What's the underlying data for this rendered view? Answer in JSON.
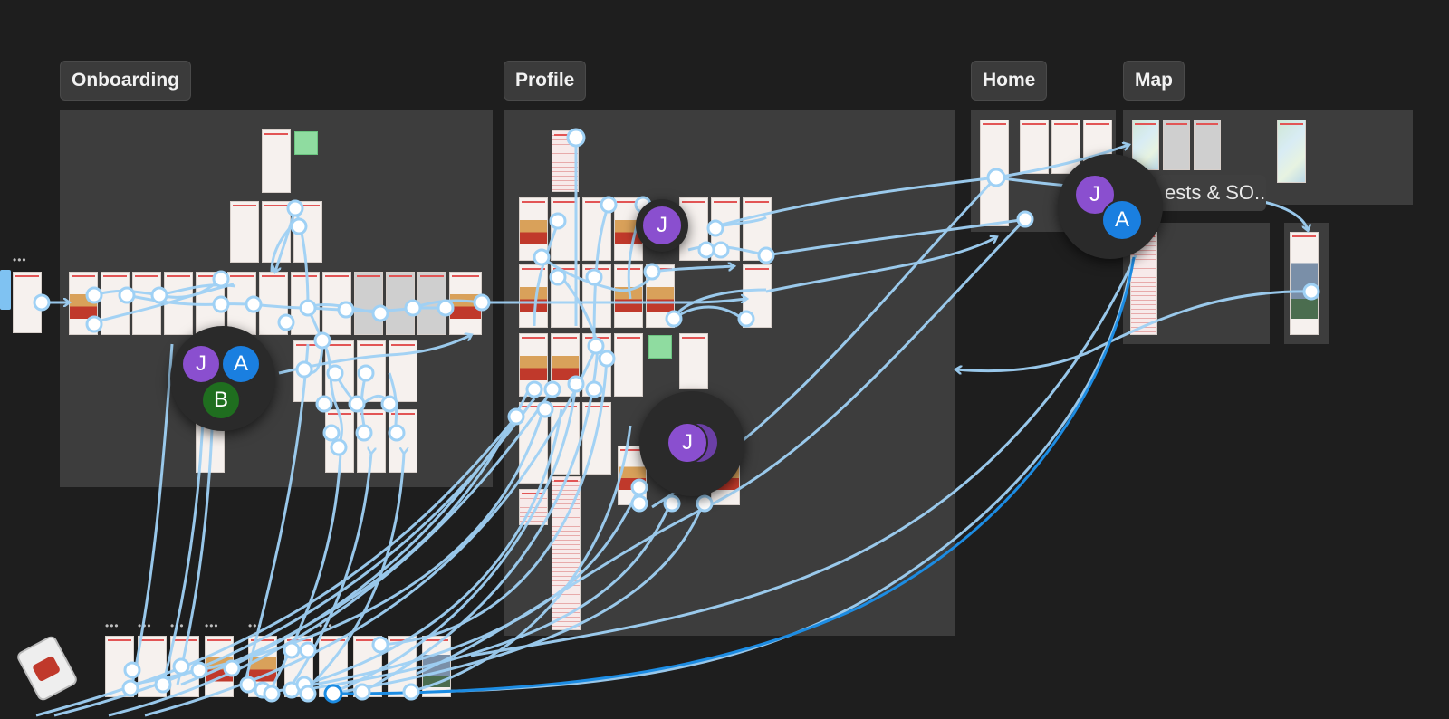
{
  "sections": {
    "onboarding": "Onboarding",
    "profile": "Profile",
    "home": "Home",
    "map": "Map"
  },
  "tooltip": {
    "label": "ests & SO..."
  },
  "avatars": {
    "j": "J",
    "a": "A",
    "b": "B"
  },
  "icons": {
    "device": "phone-device-icon",
    "handle": "frame-handle-icon"
  },
  "colors": {
    "canvas": "#1e1e1e",
    "section": "#3d3d3d",
    "connector": "#9fd1f5",
    "connector_active": "#1c8ce3",
    "avatar_j": "#8a4fcf",
    "avatar_a": "#1a7fe0",
    "avatar_b": "#1f6e1f"
  }
}
